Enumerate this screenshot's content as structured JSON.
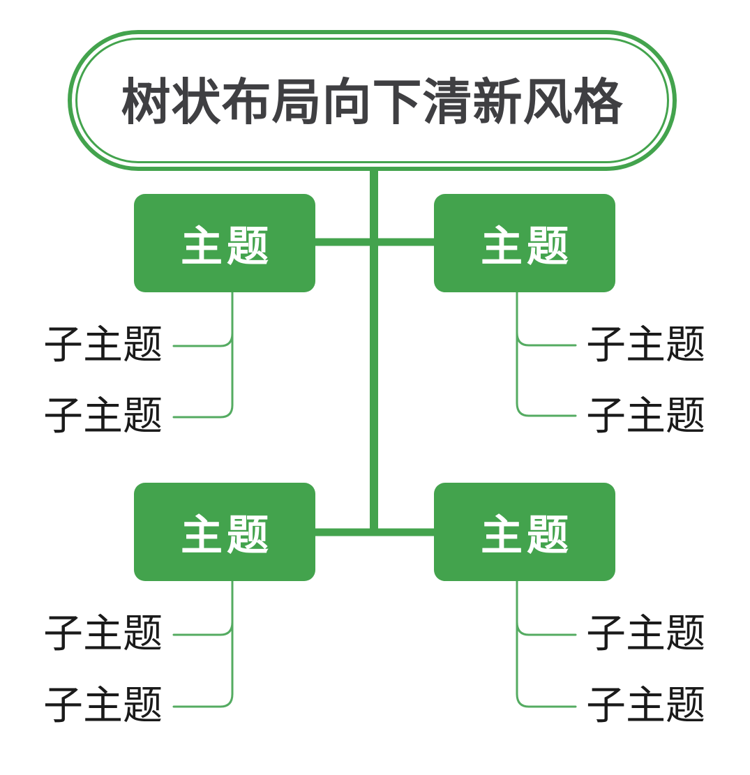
{
  "diagram": {
    "type": "mindmap-tree",
    "root": {
      "label": "树状布局向下清新风格"
    },
    "topics": [
      {
        "label": "主题",
        "side": "left",
        "row": "top",
        "subtopics": [
          "子主题",
          "子主题"
        ]
      },
      {
        "label": "主题",
        "side": "right",
        "row": "top",
        "subtopics": [
          "子主题",
          "子主题"
        ]
      },
      {
        "label": "主题",
        "side": "left",
        "row": "bottom",
        "subtopics": [
          "子主题",
          "子主题"
        ]
      },
      {
        "label": "主题",
        "side": "right",
        "row": "bottom",
        "subtopics": [
          "子主题",
          "子主题"
        ]
      }
    ],
    "colors": {
      "node_green": "#43a34d",
      "thin_connector_green": "#54ab61",
      "root_text": "#3f3f42",
      "topic_text": "#ffffff",
      "subtopic_text": "#1a1a1a",
      "background": "#ffffff"
    }
  }
}
